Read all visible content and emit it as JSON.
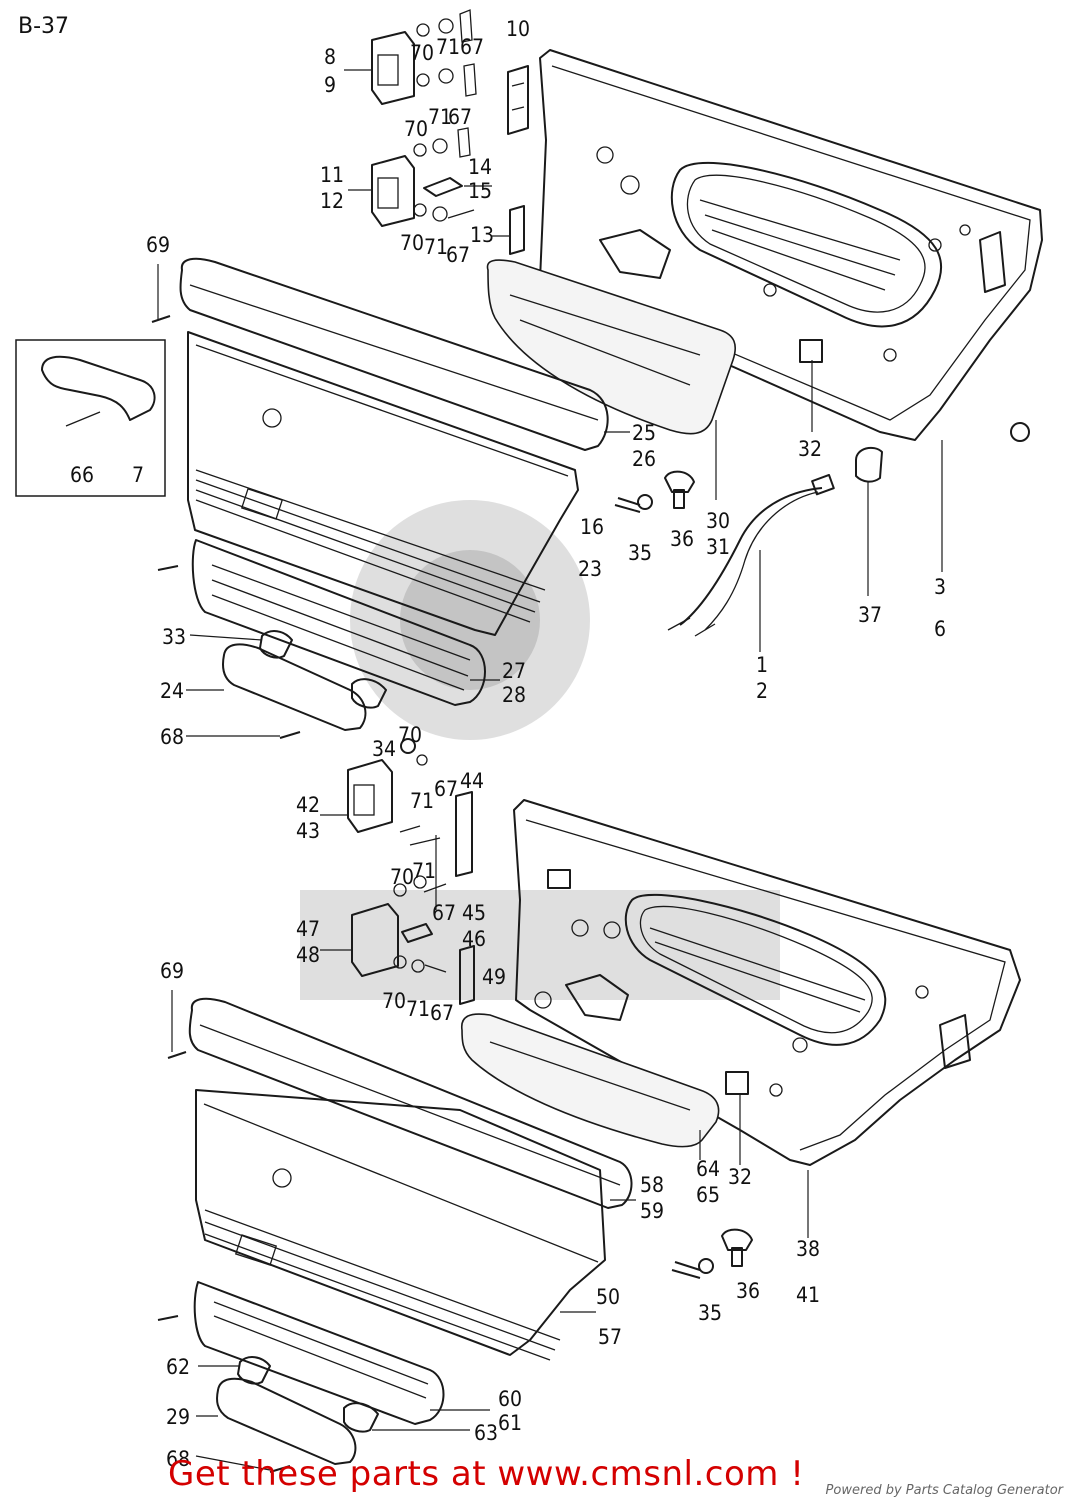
{
  "page": {
    "label": "B-37",
    "footer_link": "Get these parts at www.cmsnl.com !",
    "powered_by": "Powered by Parts Catalog Generator"
  },
  "callouts": [
    {
      "id": "c8",
      "text": "8"
    },
    {
      "id": "c9",
      "text": "9"
    },
    {
      "id": "c70a",
      "text": "70"
    },
    {
      "id": "c71a",
      "text": "71"
    },
    {
      "id": "c67a",
      "text": "67"
    },
    {
      "id": "c10",
      "text": "10"
    },
    {
      "id": "c70b",
      "text": "70"
    },
    {
      "id": "c71b",
      "text": "71"
    },
    {
      "id": "c67b",
      "text": "67"
    },
    {
      "id": "c11",
      "text": "11"
    },
    {
      "id": "c12",
      "text": "12"
    },
    {
      "id": "c14",
      "text": "14"
    },
    {
      "id": "c15",
      "text": "15"
    },
    {
      "id": "c70c",
      "text": "70"
    },
    {
      "id": "c71c",
      "text": "71"
    },
    {
      "id": "c67c",
      "text": "67"
    },
    {
      "id": "c13",
      "text": "13"
    },
    {
      "id": "c69a",
      "text": "69"
    },
    {
      "id": "c66",
      "text": "66"
    },
    {
      "id": "c7",
      "text": "7"
    },
    {
      "id": "c25",
      "text": "25"
    },
    {
      "id": "c26",
      "text": "26"
    },
    {
      "id": "c32a",
      "text": "32"
    },
    {
      "id": "c16",
      "text": "16"
    },
    {
      "id": "c23",
      "text": "23"
    },
    {
      "id": "c35a",
      "text": "35"
    },
    {
      "id": "c36a",
      "text": "36"
    },
    {
      "id": "c30",
      "text": "30"
    },
    {
      "id": "c31",
      "text": "31"
    },
    {
      "id": "c3",
      "text": "3"
    },
    {
      "id": "c6",
      "text": "6"
    },
    {
      "id": "c37",
      "text": "37"
    },
    {
      "id": "c33",
      "text": "33"
    },
    {
      "id": "c27",
      "text": "27"
    },
    {
      "id": "c28",
      "text": "28"
    },
    {
      "id": "c24",
      "text": "24"
    },
    {
      "id": "c1",
      "text": "1"
    },
    {
      "id": "c2",
      "text": "2"
    },
    {
      "id": "c68a",
      "text": "68"
    },
    {
      "id": "c34",
      "text": "34"
    },
    {
      "id": "c70d",
      "text": "70"
    },
    {
      "id": "c71d",
      "text": "71"
    },
    {
      "id": "c67d",
      "text": "67"
    },
    {
      "id": "c44",
      "text": "44"
    },
    {
      "id": "c42",
      "text": "42"
    },
    {
      "id": "c43",
      "text": "43"
    },
    {
      "id": "c70e",
      "text": "70"
    },
    {
      "id": "c71e",
      "text": "71"
    },
    {
      "id": "c67e",
      "text": "67"
    },
    {
      "id": "c45",
      "text": "45"
    },
    {
      "id": "c46",
      "text": "46"
    },
    {
      "id": "c47",
      "text": "47"
    },
    {
      "id": "c48",
      "text": "48"
    },
    {
      "id": "c69b",
      "text": "69"
    },
    {
      "id": "c49",
      "text": "49"
    },
    {
      "id": "c70f",
      "text": "70"
    },
    {
      "id": "c71f",
      "text": "71"
    },
    {
      "id": "c67f",
      "text": "67"
    },
    {
      "id": "c64",
      "text": "64"
    },
    {
      "id": "c65",
      "text": "65"
    },
    {
      "id": "c32b",
      "text": "32"
    },
    {
      "id": "c38",
      "text": "38"
    },
    {
      "id": "c41",
      "text": "41"
    },
    {
      "id": "c58",
      "text": "58"
    },
    {
      "id": "c59",
      "text": "59"
    },
    {
      "id": "c35b",
      "text": "35"
    },
    {
      "id": "c36b",
      "text": "36"
    },
    {
      "id": "c50",
      "text": "50"
    },
    {
      "id": "c57",
      "text": "57"
    },
    {
      "id": "c62",
      "text": "62"
    },
    {
      "id": "c60",
      "text": "60"
    },
    {
      "id": "c61",
      "text": "61"
    },
    {
      "id": "c29",
      "text": "29"
    },
    {
      "id": "c63",
      "text": "63"
    },
    {
      "id": "c68b",
      "text": "68"
    }
  ]
}
